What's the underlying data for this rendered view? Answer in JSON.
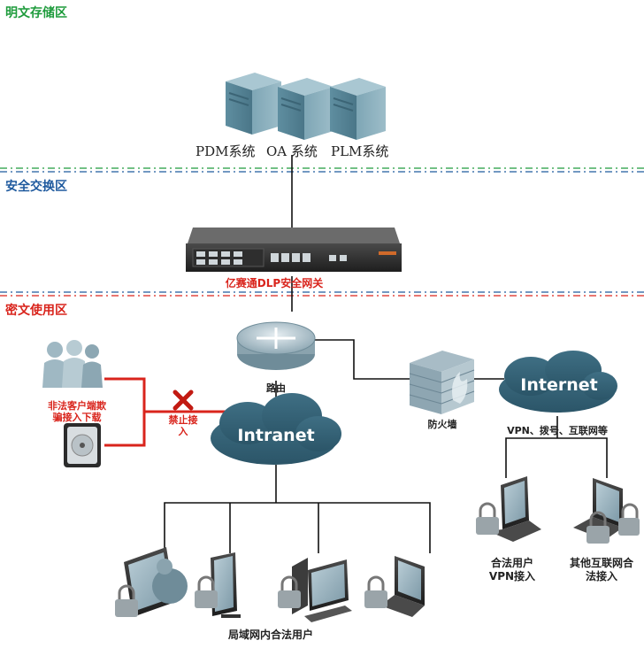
{
  "zones": {
    "plaintext": "明文存储区",
    "exchange": "安全交换区",
    "ciphertext": "密文使用区"
  },
  "zone_colors": {
    "plaintext": "#1e9b3c",
    "exchange": "#1f5a9e",
    "ciphertext": "#d9241c"
  },
  "servers": {
    "pdm": "PDM系统",
    "oa": "OA 系统",
    "plm": "PLM系统"
  },
  "gateway_label": "亿赛通DLP安全网关",
  "router_label": "路由",
  "firewall_label": "防火墙",
  "intranet_label": "Intranet",
  "internet_label": "Internet",
  "internet_access": "VPN、拨号、互联网等",
  "illegal_client": "非法客户端欺骗接入下载",
  "blocked": "禁止接入",
  "legal_vpn": "合法用户VPN接入",
  "other_internet": "其他互联网合法接入",
  "lan_users": "局域网内合法用户",
  "icons": [
    "server-icon",
    "gateway-device-icon",
    "router-icon",
    "firewall-icon",
    "cloud-icon",
    "laptop-icon",
    "desktop-icon",
    "monitor-icon",
    "lock-icon",
    "user-group-icon",
    "hard-drive-icon",
    "block-x-icon"
  ]
}
